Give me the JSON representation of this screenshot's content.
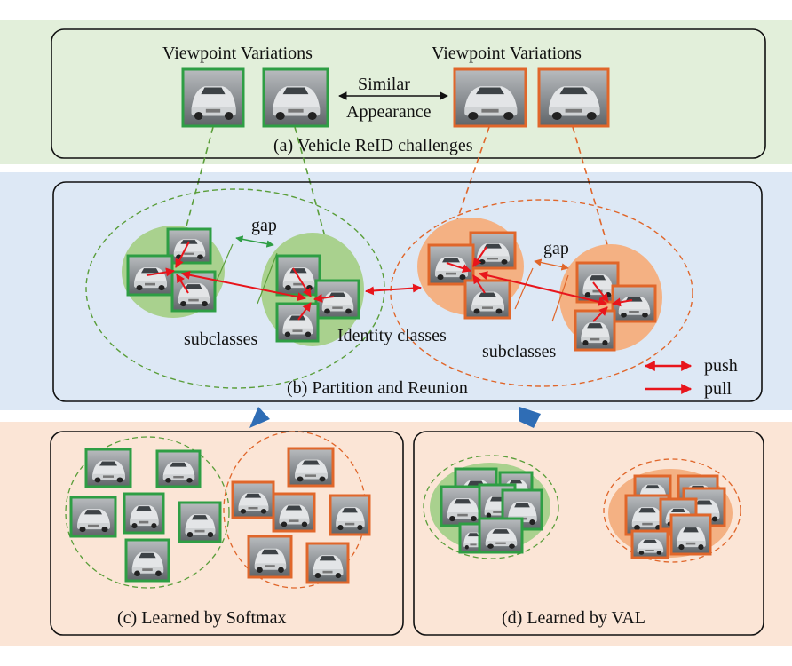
{
  "panel_a": {
    "caption": "(a) Vehicle ReID challenges",
    "viewpoint_left": "Viewpoint Variations",
    "viewpoint_right": "Viewpoint Variations",
    "similar_line1": "Similar",
    "similar_line2": "Appearance"
  },
  "panel_b": {
    "caption": "(b) Partition and Reunion",
    "gap_left": "gap",
    "gap_right": "gap",
    "subclasses_left": "subclasses",
    "identity_classes": "Identity classes",
    "subclasses_right": "subclasses",
    "legend_push": "push",
    "legend_pull": "pull"
  },
  "panel_c": {
    "caption": "(c) Learned by Softmax"
  },
  "panel_d": {
    "caption": "(d) Learned by VAL"
  },
  "colors": {
    "green_band": "#e2efda",
    "blue_band": "#dde8f5",
    "orange_band": "#fbe5d6",
    "green_border": "#2e9e44",
    "orange_border": "#e0662a",
    "green_blob": "#a9d18e",
    "orange_blob": "#f4b183",
    "arrow_red": "#e8151c",
    "flow_arrow_blue": "#2f6db5"
  },
  "icons": [
    "car-photo",
    "push-arrow-icon",
    "pull-arrow-icon",
    "flow-arrow-icon"
  ]
}
